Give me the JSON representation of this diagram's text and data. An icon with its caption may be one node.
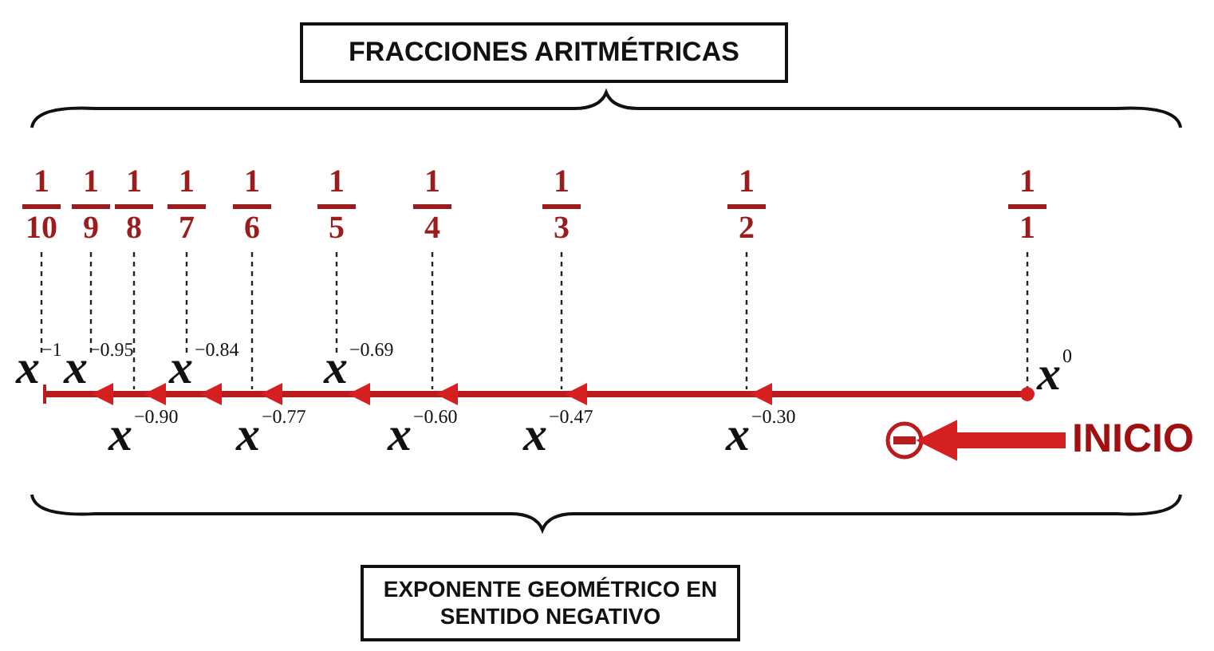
{
  "diagram": {
    "nodes": [
      {
        "text": [
          "FRACCIONES ARITMÉTRICAS"
        ]
      },
      {
        "text": [
          "EXPONENTE GEOMÉTRICO EN SENTIDO NEGATIVO"
        ]
      },
      {
        "text": [
          "INICIO"
        ]
      },
      {
        "text": [],
        "shape": "circle"
      }
    ],
    "edges": [
      {
        "from": 2,
        "to": 3,
        "arrow": "to"
      }
    ],
    "labels": [
      "1",
      "10",
      "1",
      "9",
      "1",
      "8",
      "1",
      "7",
      "1",
      "6",
      "1",
      "5",
      "1",
      "4",
      "1",
      "3",
      "1",
      "2",
      "1",
      "1",
      "x$^{−1}$",
      "x$^{−0.95}$",
      "x$^{−0.84}$",
      "x$^{−0.69}$",
      "x$^{0}$",
      "x$^{−0.90}$",
      "x$^{−0.77}$",
      "x$^{−0.60}$",
      "x$^{−0.47}$",
      "x$^{−0.30}$"
    ]
  }
}
